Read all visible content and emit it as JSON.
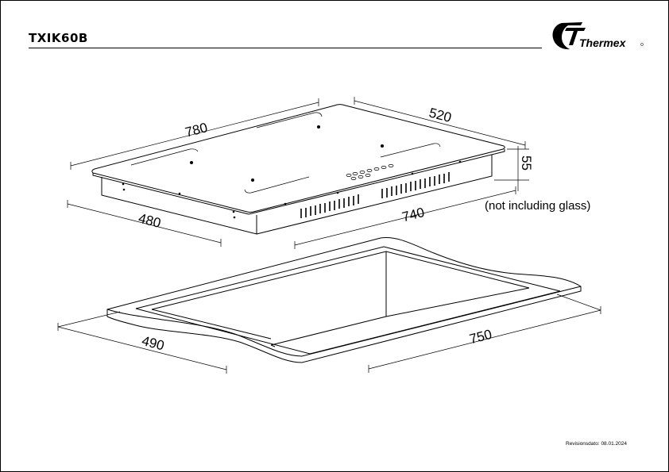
{
  "header": {
    "model": "TXIK60B",
    "brand": "Thermex"
  },
  "dimensions": {
    "hob_width": "780",
    "hob_depth": "520",
    "hob_height": "55",
    "height_note": "(not including glass)",
    "body_depth": "480",
    "body_width": "740",
    "cutout_depth": "490",
    "cutout_width": "750"
  },
  "footer": {
    "revision": "Revisionsdato: 08.01.2024"
  }
}
